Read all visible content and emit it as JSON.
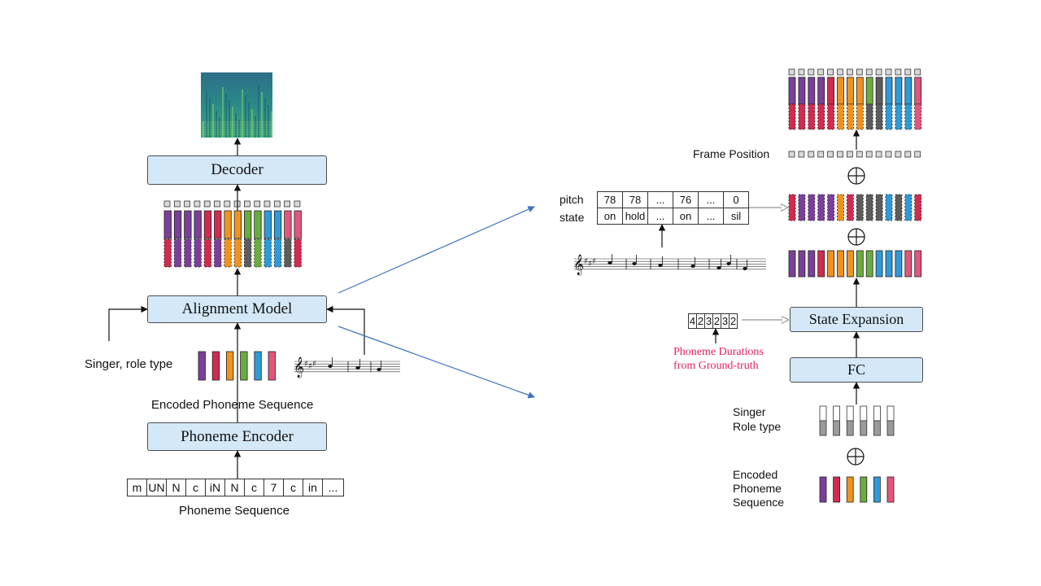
{
  "left": {
    "decoder_label": "Decoder",
    "alignment_label": "Alignment Model",
    "phoneme_encoder_label": "Phoneme Encoder",
    "singer_role_label": "Singer, role type",
    "encoded_seq_label": "Encoded Phoneme Sequence",
    "phoneme_seq_label": "Phoneme Sequence",
    "phonemes": [
      "m",
      "UN",
      "N",
      "c",
      "iN",
      "N",
      "c",
      "7",
      "c",
      "in",
      "..."
    ]
  },
  "right": {
    "frame_position_label": "Frame Position",
    "pitch_label": "pitch",
    "state_label": "state",
    "pitch_values": [
      "78",
      "78",
      "...",
      "76",
      "...",
      "0"
    ],
    "state_values": [
      "on",
      "hold",
      "...",
      "on",
      "...",
      "sil"
    ],
    "durations": [
      "4",
      "2",
      "3",
      "2",
      "3",
      "2"
    ],
    "state_expansion_label": "State Expansion",
    "fc_label": "FC",
    "phoneme_durations_line1": "Phoneme Durations",
    "phoneme_durations_line2": "from Ground-truth",
    "singer_label": "Singer",
    "role_type_label": "Role type",
    "encoded_label_1": "Encoded",
    "encoded_label_2": "Phoneme",
    "encoded_label_3": "Sequence",
    "oplus_symbol": "⊕"
  },
  "colors": {
    "box_fill": "#d4e8f7",
    "purple": "#7b3f99",
    "crimson": "#d12b4f",
    "orange": "#f0921f",
    "green": "#6aac3e",
    "blue": "#2f9ad6",
    "pink": "#e0567d",
    "gray": "#5c5c5c",
    "arrow_blue": "#3f72c2",
    "annotation_red": "#e0245e"
  },
  "icons": {
    "spectrogram": "spectrogram-image",
    "music_staff": "music-staff-icon",
    "oplus": "oplus-icon"
  }
}
